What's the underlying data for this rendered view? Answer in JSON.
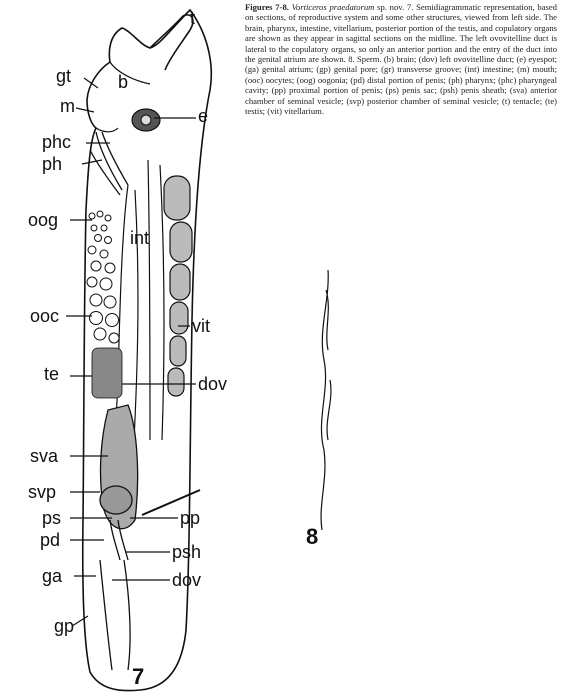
{
  "caption": {
    "title": "Figures 7-8.",
    "species": "Vorticeros praedatorum",
    "body": "sp. nov. 7. Semidiagrammatic representation, based on sections, of reproductive system and some other structures, viewed from left side. The brain, pharynx, intestine, vitellarium, posterior portion of the testis, and copulatory organs are shown as they appear in sagittal sections on the midline. The left ovovitelline duct is lateral to the copulatory organs, so only an anterior portion and the entry of the duct into the genital atrium are shown. 8. Sperm. (b) brain; (dov) left ovovitelline duct; (e) eyespot; (ga) genital atrium; (gp) genital pore; (gr) transverse groove; (int) intestine; (m) mouth; (ooc) oocytes; (oog) oogonia; (pd) distal portion of penis; (ph) pharynx; (phc) pharyngeal cavity; (pp) proximal portion of penis; (ps) penis sac; (psh) penis sheath; (sva) anterior chamber of seminal vesicle; (svp) posterior chamber of seminal vesicle; (t) tentacle; (te) testis; (vit) vitellarium."
  },
  "labels": {
    "t": "t",
    "gt": "gt",
    "b": "b",
    "e": "e",
    "m": "m",
    "phc": "phc",
    "ph": "ph",
    "oog": "oog",
    "int": "int",
    "ooc": "ooc",
    "vit": "vit",
    "te": "te",
    "dov": "dov",
    "sva": "sva",
    "svp": "svp",
    "ps": "ps",
    "pp": "pp",
    "pd": "pd",
    "psh": "psh",
    "ga": "ga",
    "dov2": "dov",
    "gp": "gp",
    "fig7": "7",
    "fig8": "8"
  }
}
